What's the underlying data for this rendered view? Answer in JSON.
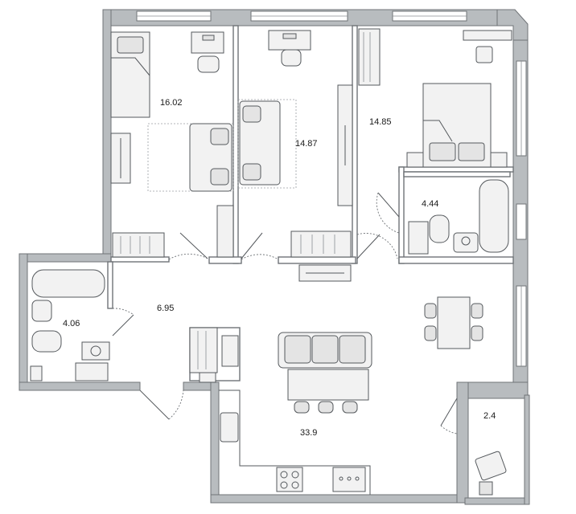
{
  "rooms": [
    {
      "id": "bedroom-1",
      "area": "16.02"
    },
    {
      "id": "bedroom-2",
      "area": "14.87"
    },
    {
      "id": "bedroom-3",
      "area": "14.85"
    },
    {
      "id": "bathroom-1",
      "area": "4.44"
    },
    {
      "id": "bathroom-2",
      "area": "4.06"
    },
    {
      "id": "hallway",
      "area": "6.95"
    },
    {
      "id": "living-kitchen",
      "area": "33.9"
    },
    {
      "id": "balcony",
      "area": "2.4"
    }
  ],
  "colors": {
    "wall": "#b8bcbf",
    "line": "#55595d",
    "floor": "#ffffff"
  }
}
